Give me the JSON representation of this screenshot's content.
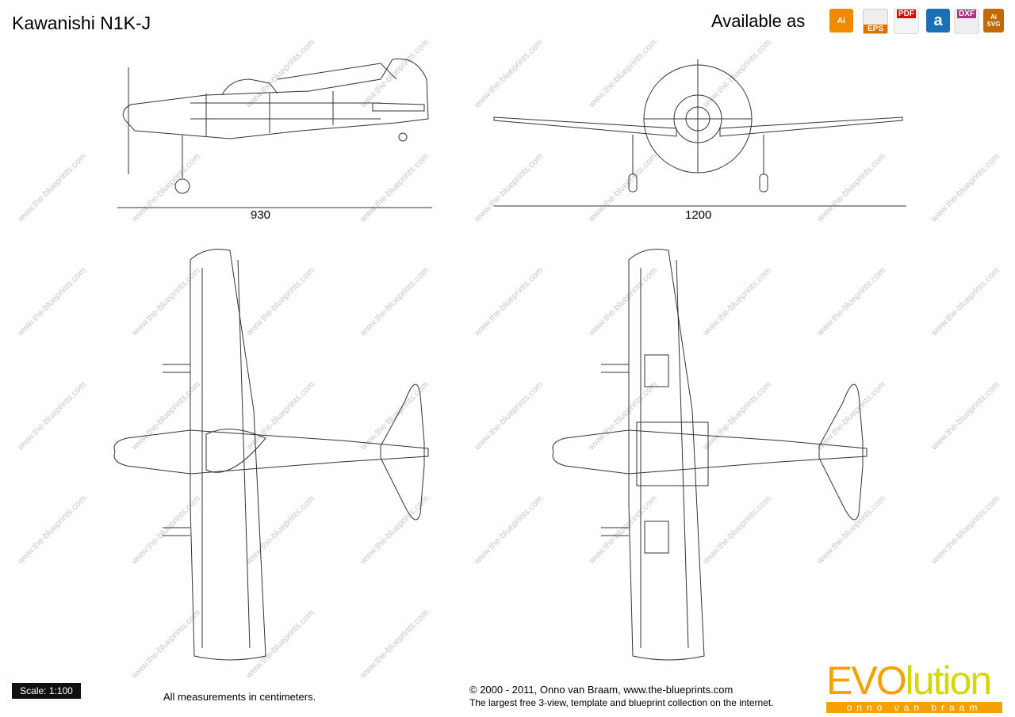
{
  "header": {
    "title": "Kawanishi N1K-J",
    "available_label": "Available as",
    "formats": [
      {
        "label": "Ai",
        "color": "#f08a00"
      },
      {
        "label": "EPS",
        "color": "#e07000"
      },
      {
        "label": "PDF",
        "color": "#d01010"
      },
      {
        "label": "a",
        "color": "#1b6fb5"
      },
      {
        "label": "DXF",
        "color": "#b03080"
      },
      {
        "label": "Ai SVG",
        "color": "#c06a00"
      }
    ]
  },
  "views": {
    "side_dimension": "930",
    "front_dimension": "1200"
  },
  "footer": {
    "scale": "Scale: 1:100",
    "measurements": "All measurements in centimeters.",
    "copyright": "© 2000 - 2011, Onno van Braam,  www.the-blueprints.com",
    "tagline": "The largest free 3-view, template and blueprint collection on the internet.",
    "logo_main_a": "EVO",
    "logo_main_b": "lution",
    "logo_sub": "onno van braam"
  },
  "watermark": "www.the-blueprints.com"
}
